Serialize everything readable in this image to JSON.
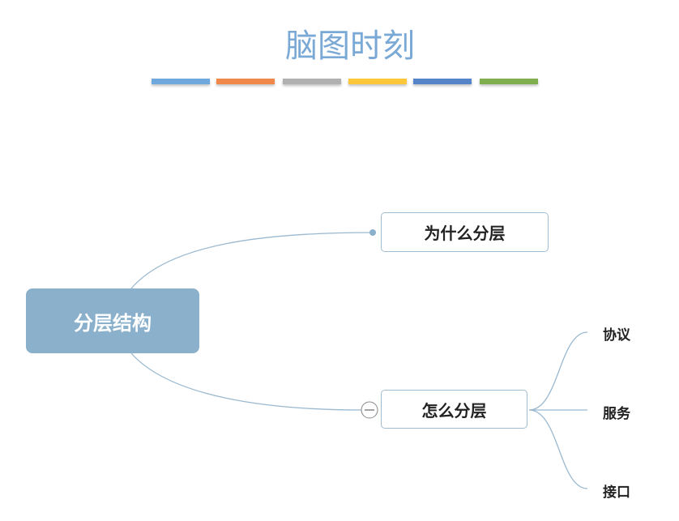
{
  "title": "脑图时刻",
  "bars": [
    "#6fa8dc",
    "#f0884a",
    "#b0b0b0",
    "#fcc83a",
    "#5684c8",
    "#7fae4e"
  ],
  "root": "分层结构",
  "nodes": {
    "why": "为什么分层",
    "how": "怎么分层"
  },
  "leaves": [
    "协议",
    "服务",
    "接口"
  ]
}
